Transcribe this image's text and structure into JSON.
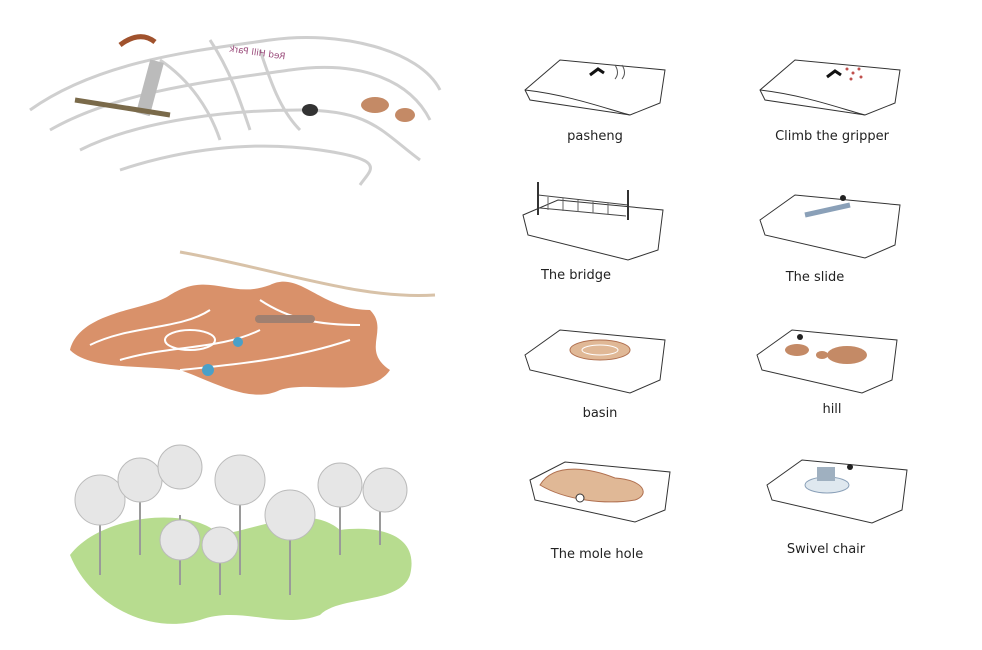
{
  "illustrations": {
    "top_sign": "Red Hill Park"
  },
  "activities": [
    {
      "label": "pasheng"
    },
    {
      "label": "Climb the gripper"
    },
    {
      "label": "The bridge"
    },
    {
      "label": "The slide"
    },
    {
      "label": "basin"
    },
    {
      "label": "hill"
    },
    {
      "label": "The mole hole"
    },
    {
      "label": "Swivel chair"
    }
  ],
  "colors": {
    "terrain": "#d9916a",
    "grass": "#b7dc8f",
    "tree": "#9a9a9a"
  }
}
